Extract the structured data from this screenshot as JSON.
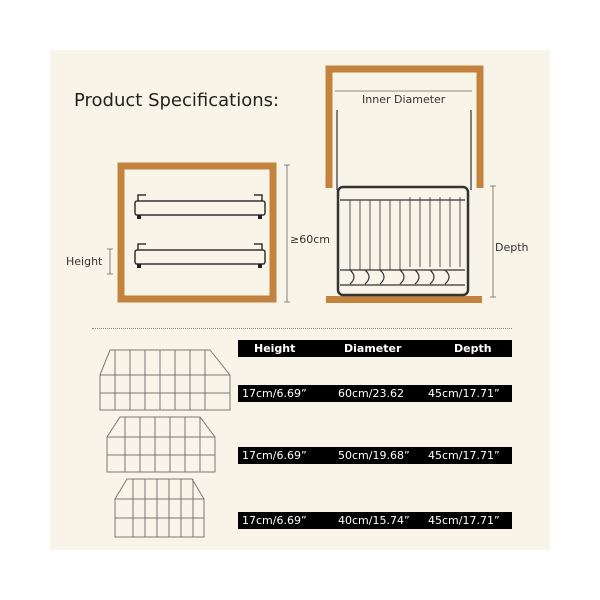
{
  "title": "Product Specifications:",
  "diagram": {
    "inner_diameter": "Inner Diameter",
    "min_height": "≥60cm",
    "height": "Height",
    "depth": "Depth"
  },
  "table": {
    "headers": [
      "Height",
      "Diameter",
      "Depth"
    ],
    "rows": [
      [
        "17cm/6.69”",
        "60cm/23.62",
        "45cm/17.71”"
      ],
      [
        "17cm/6.69”",
        "50cm/19.68”",
        "45cm/17.71”"
      ],
      [
        "17cm/6.69”",
        "40cm/15.74”",
        "45cm/17.71”"
      ]
    ]
  },
  "colors": {
    "wood": "#c4823f",
    "background": "#f8f4e7"
  }
}
